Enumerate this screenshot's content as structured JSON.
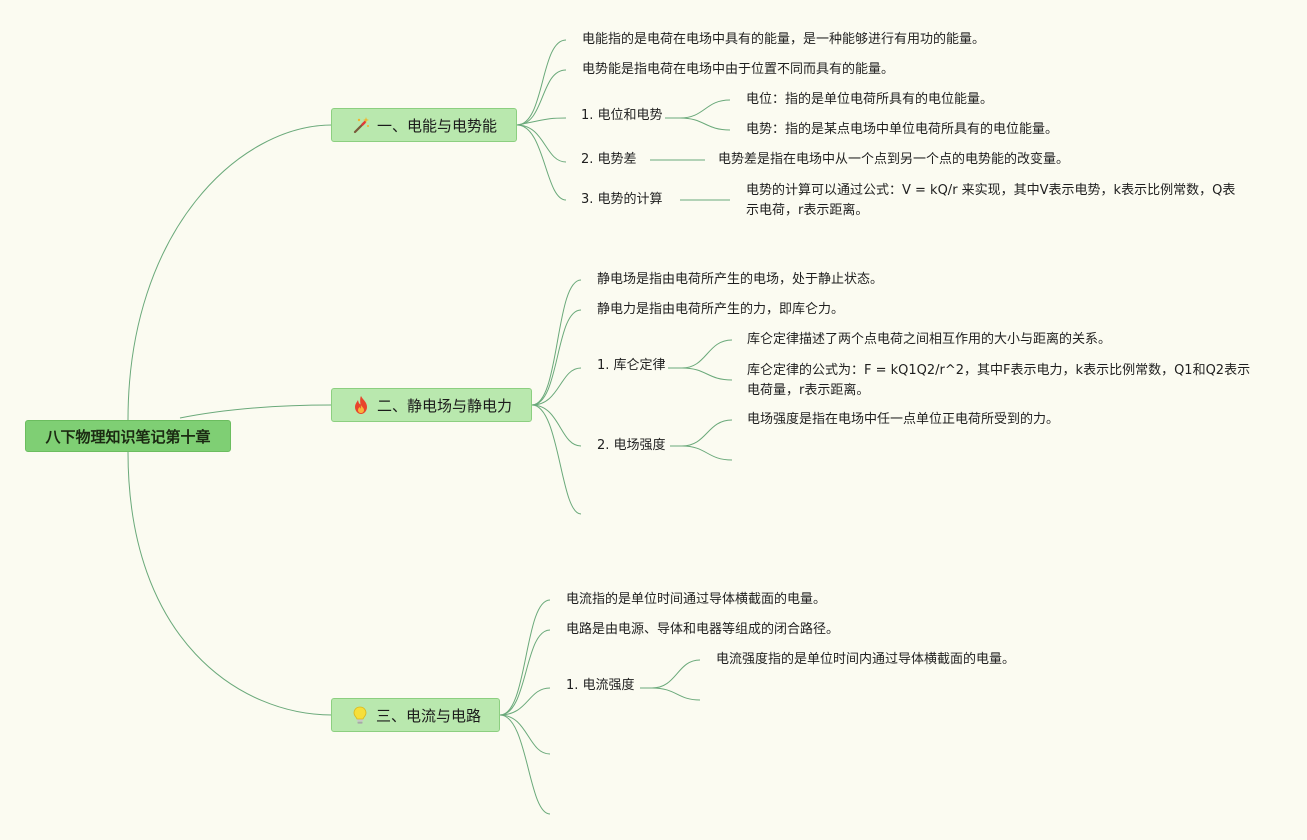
{
  "root": {
    "label": "八下物理知识笔记第十章"
  },
  "branches": [
    {
      "label": "一、电能与电势能",
      "icon": "magic-wand-icon",
      "items": [
        "电能指的是电荷在电场中具有的能量，是一种能够进行有用功的能量。",
        "电势能是指电荷在电场中由于位置不同而具有的能量。"
      ],
      "subs": [
        {
          "label": "1. 电位和电势",
          "children": [
            "电位：指的是单位电荷所具有的电位能量。",
            "电势：指的是某点电场中单位电荷所具有的电位能量。"
          ]
        },
        {
          "label": "2. 电势差",
          "children": [
            "电势差是指在电场中从一个点到另一个点的电势能的改变量。"
          ]
        },
        {
          "label": "3. 电势的计算",
          "children": [
            "电势的计算可以通过公式：V = kQ/r 来实现，其中V表示电势，k表示比例常数，Q表示电荷，r表示距离。"
          ]
        }
      ]
    },
    {
      "label": "二、静电场与静电力",
      "icon": "fire-icon",
      "items": [
        "静电场是指由电荷所产生的电场，处于静止状态。",
        "静电力是指由电荷所产生的力，即库仑力。"
      ],
      "subs": [
        {
          "label": "1. 库仑定律",
          "children": [
            "库仑定律描述了两个点电荷之间相互作用的大小与距离的关系。",
            "库仑定律的公式为：F = kQ1Q2/r^2，其中F表示电力，k表示比例常数，Q1和Q2表示电荷量，r表示距离。"
          ]
        },
        {
          "label": "2. 电场强度",
          "children": [
            "电场强度是指在电场中任一点单位正电荷所受到的力。"
          ]
        }
      ]
    },
    {
      "label": "三、电流与电路",
      "icon": "lightbulb-icon",
      "items": [
        "电流指的是单位时间通过导体横截面的电量。",
        "电路是由电源、导体和电器等组成的闭合路径。"
      ],
      "subs": [
        {
          "label": "1. 电流强度",
          "children": [
            "电流强度指的是单位时间内通过导体横截面的电量。"
          ]
        }
      ]
    }
  ],
  "colors": {
    "background": "#fbfbf1",
    "root": "#7fcf74",
    "branch": "#b9e8ae",
    "line": "#6aa97a"
  }
}
